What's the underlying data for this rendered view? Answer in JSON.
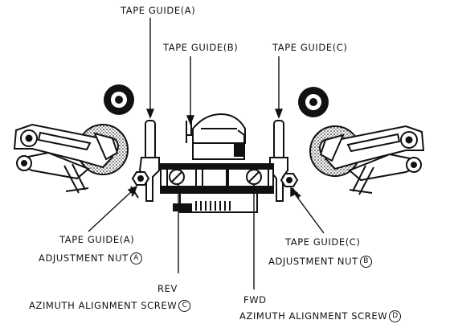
{
  "labels": {
    "tape_guide_a_top": "TAPE GUIDE(A)",
    "tape_guide_b": "TAPE GUIDE(B)",
    "tape_guide_c_top": "TAPE GUIDE(C)",
    "tape_guide_a_bottom": "TAPE GUIDE(A)",
    "adjustment_nut_left": "ADJUSTMENT NUT",
    "nut_left_mark": "A",
    "tape_guide_c_bottom": "TAPE GUIDE(C)",
    "adjustment_nut_right": "ADJUSTMENT NUT",
    "nut_right_mark": "B",
    "rev": "REV",
    "rev_screw": "AZIMUTH ALIGNMENT SCREW",
    "rev_screw_mark": "C",
    "fwd": "FWD",
    "fwd_screw": "AZIMUTH ALIGNMENT SCREW",
    "fwd_screw_mark": "D"
  }
}
